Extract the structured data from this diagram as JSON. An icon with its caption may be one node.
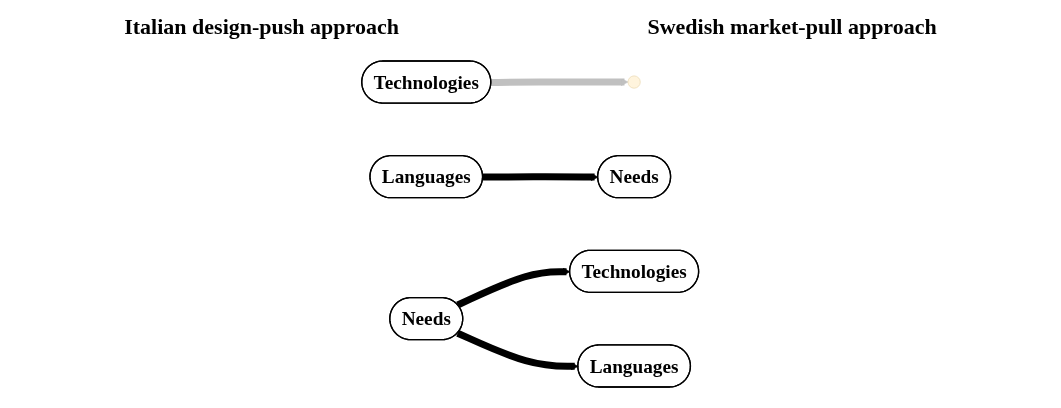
{
  "diagram": {
    "nodes": [
      {
        "text": [
          "Technologies"
        ]
      },
      {
        "text": [
          "Needs"
        ]
      },
      {
        "text": [
          "Languages"
        ]
      },
      {
        "text": [
          "Technologies"
        ]
      },
      {
        "text": [
          "Needs"
        ]
      },
      {
        "text": [
          "Languages"
        ]
      }
    ],
    "edges": [
      {
        "from": 0,
        "to": null,
        "arrow": "to",
        "color": "#c0c0c0"
      },
      {
        "from": 2,
        "to": 1,
        "arrow": "to"
      },
      {
        "from": 4,
        "to": 3,
        "arrow": "to"
      },
      {
        "from": 4,
        "to": 5,
        "arrow": "to"
      }
    ],
    "labels": [
      "Italian design-push approach",
      "Swedish market-pull approach"
    ]
  }
}
